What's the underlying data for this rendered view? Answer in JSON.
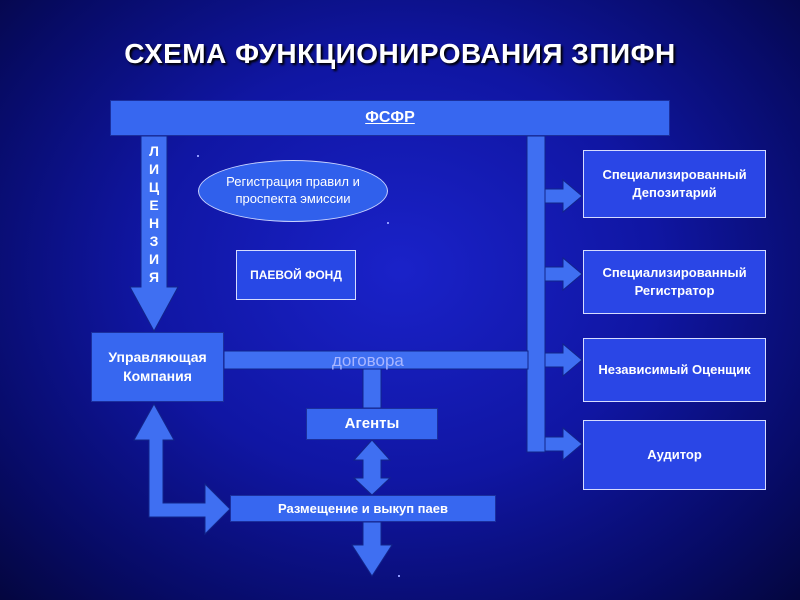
{
  "title": "СХЕМА ФУНКЦИОНИРОВАНИЯ ЗПИФН",
  "boxes": {
    "fsfr": "ФСФР",
    "registration": "Регистрация правил и проспекта эмиссии",
    "fund": "ПАЕВОЙ ФОНД",
    "management": "Управляющая Компания",
    "agents": "Агенты",
    "placement": "Размещение и выкуп паев",
    "depositary": "Специализированный Депозитарий",
    "registrar": "Специализированный Регистратор",
    "appraiser": "Независимый Оценщик",
    "auditor": "Аудитор"
  },
  "labels": {
    "license": "ЛИЦЕНЗИЯ",
    "contract": "договора"
  },
  "colors": {
    "background": "#1016a3",
    "box_fill": "#3767f0",
    "arrow_fill": "#3f6ff2",
    "text": "#ffffff"
  }
}
